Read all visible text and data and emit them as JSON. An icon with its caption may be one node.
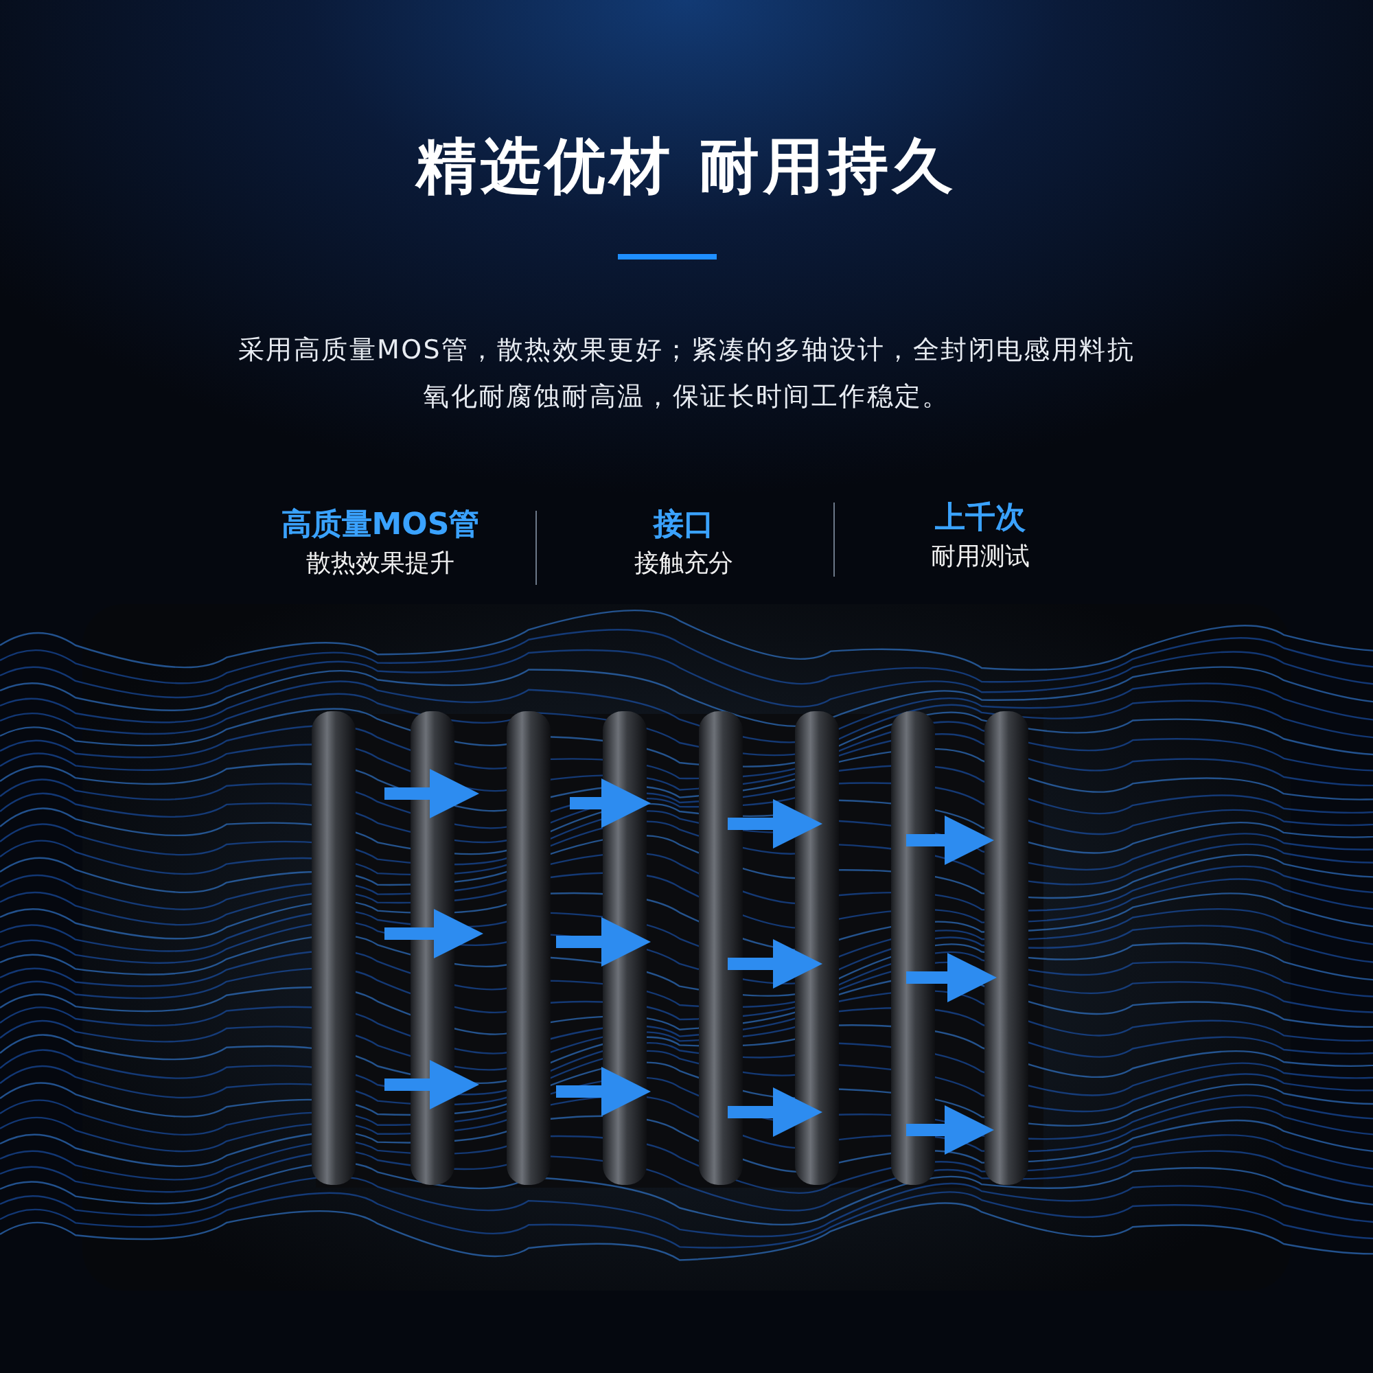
{
  "diagram": {
    "title": "精选优材 耐用持久",
    "labels": [
      "采用高质量MOS管，散热效果更好；紧凑的多轴设计，全封闭电感用料抗氧化耐腐蚀耐高温，保证长时间工作稳定。",
      "高质量MOS管",
      "散热效果提升",
      "接口",
      "接触充分",
      "上千次",
      "耐用测试"
    ]
  }
}
